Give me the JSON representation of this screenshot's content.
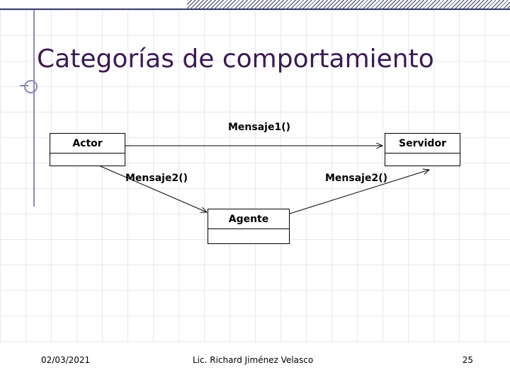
{
  "slide": {
    "title": "Categorías de comportamiento",
    "footer": {
      "date": "02/03/2021",
      "author": "Lic. Richard Jiménez Velasco",
      "page": "25"
    }
  },
  "diagram": {
    "type": "sequence-collaboration",
    "nodes": [
      {
        "id": "actor",
        "label": "Actor"
      },
      {
        "id": "servidor",
        "label": "Servidor"
      },
      {
        "id": "agente",
        "label": "Agente"
      }
    ],
    "edges": [
      {
        "from": "actor",
        "to": "servidor",
        "label": "Mensaje1()"
      },
      {
        "from": "actor",
        "to": "agente",
        "label": "Mensaje2()"
      },
      {
        "from": "agente",
        "to": "servidor",
        "label": "Mensaje2()"
      }
    ]
  },
  "colors": {
    "title": "#3b1a52",
    "accent": "#8a8ab8",
    "rule": "#3b3b6b",
    "grid": "#e6e6f2"
  }
}
